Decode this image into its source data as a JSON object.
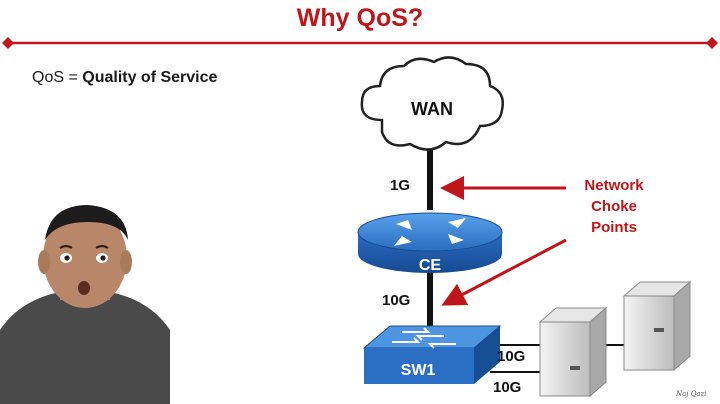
{
  "header": {
    "title": "Why QoS?"
  },
  "intro": {
    "abbr": "QoS",
    "equals": " = ",
    "expansion": "Quality of Service"
  },
  "diagram": {
    "wan_label": "WAN",
    "ce_label": "CE",
    "sw1_label": "SW1",
    "link_wan_ce": "1G",
    "link_ce_sw1": "10G",
    "link_sw1_server1": "10G",
    "link_sw1_server2": "10G",
    "callout": [
      "Network",
      "Choke",
      "Points"
    ]
  },
  "signature": "Naj Qazi",
  "colors": {
    "accent": "#c0151b",
    "router_blue": "#2f7bd0",
    "switch_blue": "#2a6fc4"
  }
}
